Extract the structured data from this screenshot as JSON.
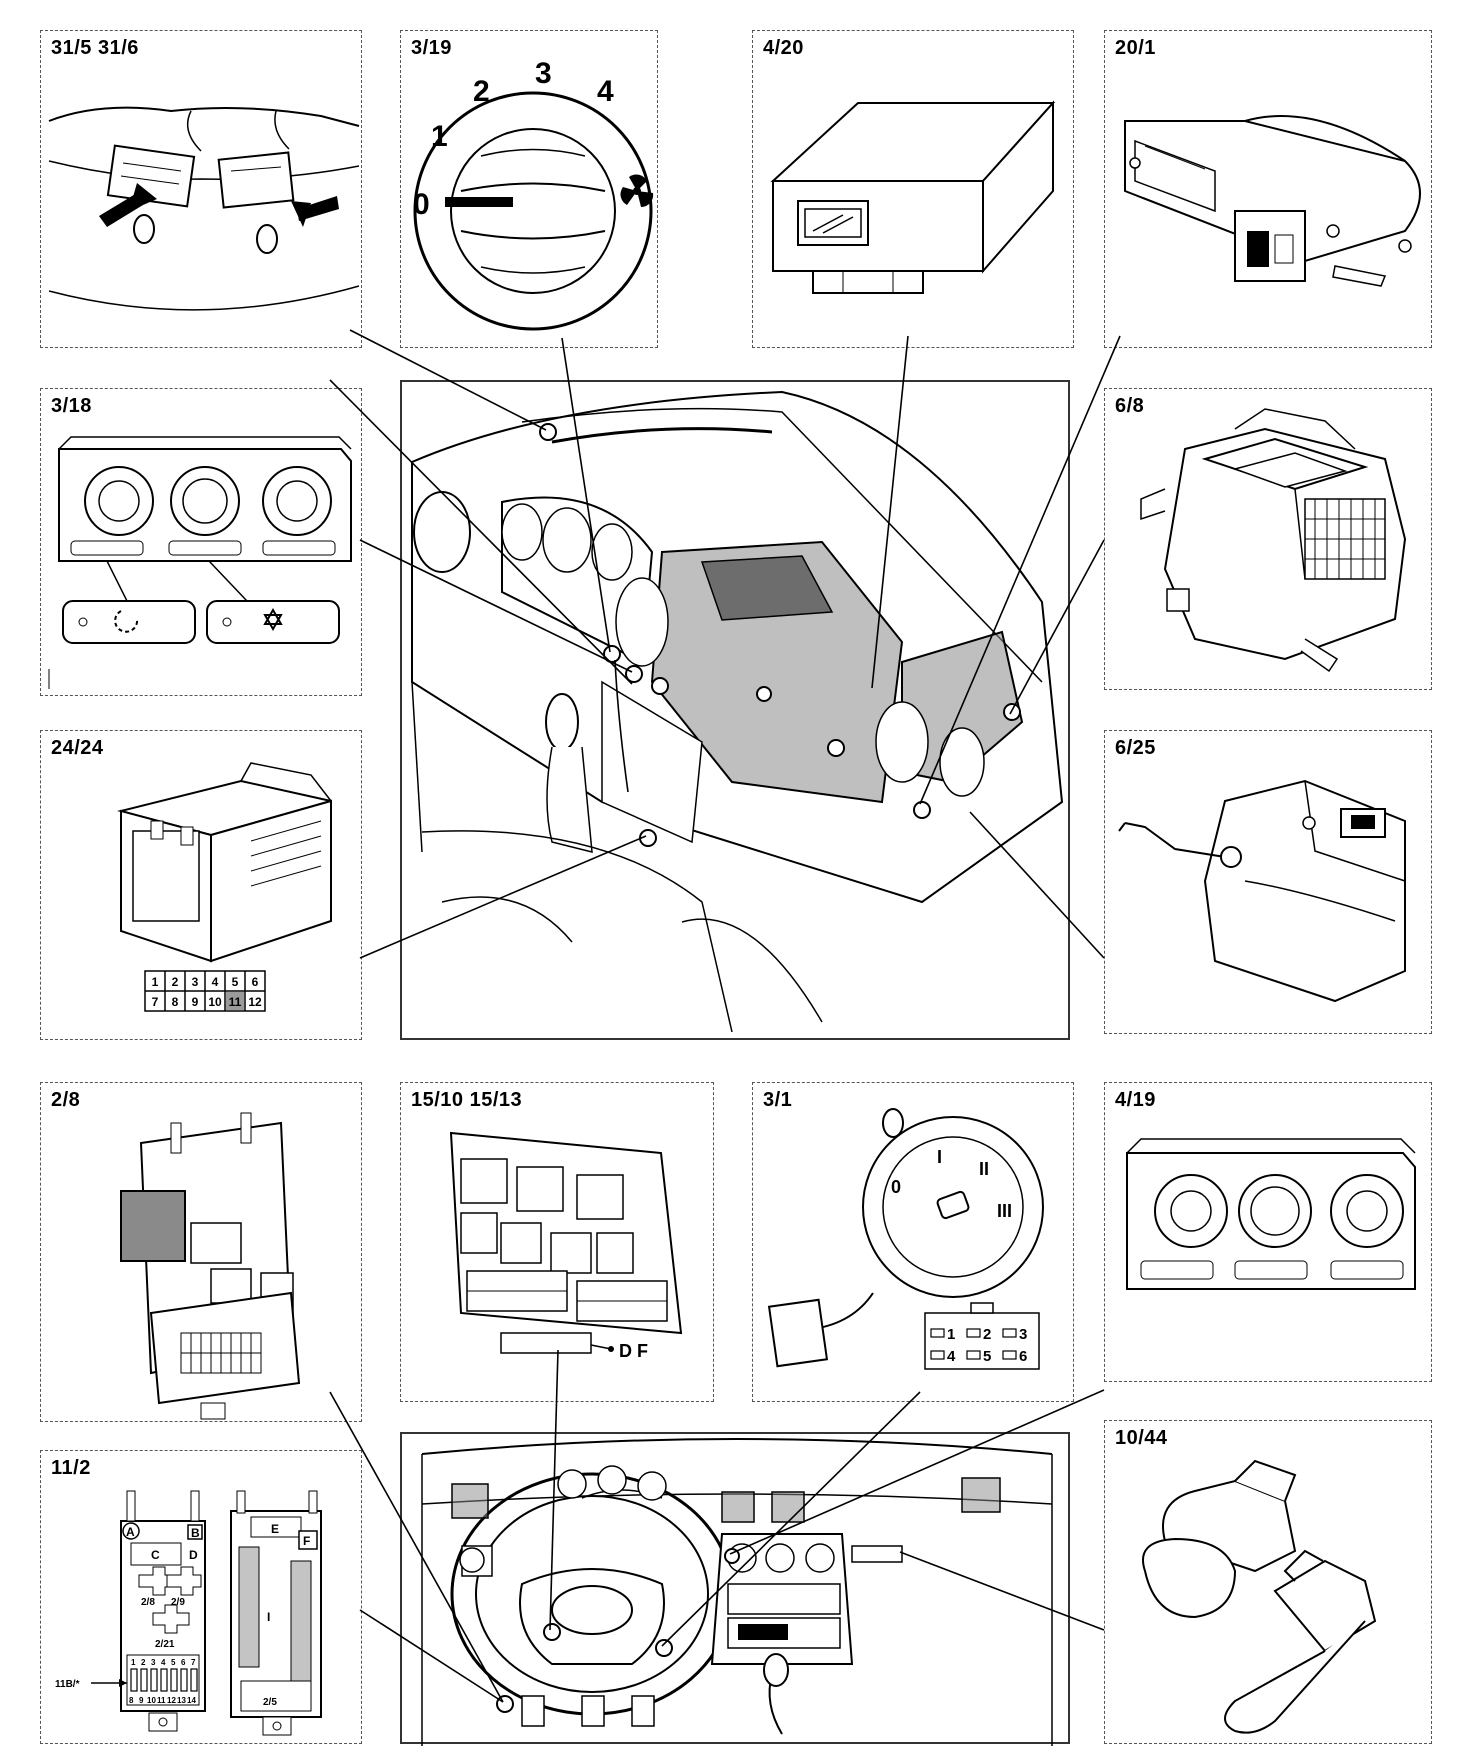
{
  "panels": {
    "p31_5": {
      "label": "31/5  31/6"
    },
    "p3_19": {
      "label": "3/19",
      "dial_marks": [
        "0",
        "1",
        "2",
        "3",
        "4"
      ]
    },
    "p4_20": {
      "label": "4/20"
    },
    "p20_1": {
      "label": "20/1"
    },
    "p3_18": {
      "label": "3/18"
    },
    "p6_8": {
      "label": "6/8"
    },
    "p24_24": {
      "label": "24/24",
      "pins": [
        "1",
        "2",
        "3",
        "4",
        "5",
        "6",
        "7",
        "8",
        "9",
        "10",
        "11",
        "12"
      ]
    },
    "p6_25": {
      "label": "6/25"
    },
    "p2_8": {
      "label": "2/8"
    },
    "p15_10": {
      "label": "15/10 15/13",
      "callout": "D F"
    },
    "p3_1": {
      "label": "3/1",
      "connector_pins": [
        "1",
        "2",
        "3",
        "4",
        "5",
        "6"
      ],
      "switch_marks": [
        "0",
        "I",
        "II",
        "III"
      ]
    },
    "p4_19": {
      "label": "4/19"
    },
    "p11_2": {
      "label": "11/2",
      "left_unit": {
        "tags": [
          "A",
          "B",
          "C",
          "D"
        ],
        "relays": [
          "2/8",
          "2/9",
          "2/21"
        ],
        "pointer": "11B/*",
        "fuse_top": [
          "1",
          "2",
          "3",
          "4",
          "5",
          "6",
          "7"
        ],
        "fuse_bottom": [
          "8",
          "9",
          "10",
          "11",
          "12",
          "13",
          "14"
        ]
      },
      "right_unit": {
        "tags": [
          "E",
          "F",
          "I"
        ],
        "relay": "2/5"
      }
    },
    "p10_44": {
      "label": "10/44"
    }
  },
  "colors": {
    "line": "#000000",
    "shade": "#8a8a8a",
    "panel_border": "#555555"
  }
}
